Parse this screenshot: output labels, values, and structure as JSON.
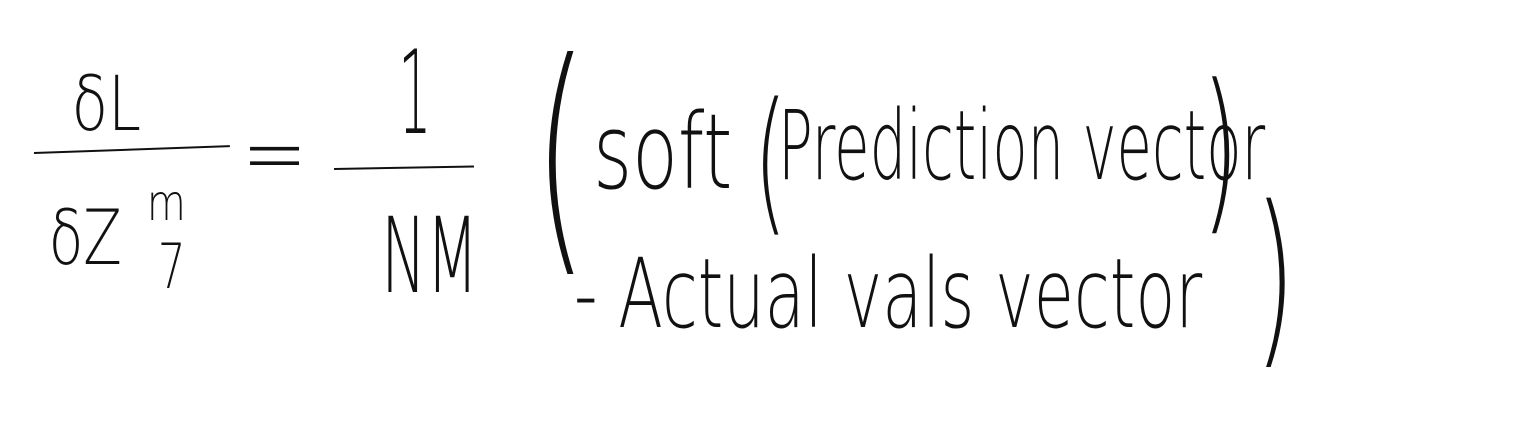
{
  "equation": {
    "lhs": {
      "numerator": "δL",
      "denominator_base": "δZ",
      "denominator_superscript": "m",
      "denominator_subscript": "7"
    },
    "equals": "=",
    "coefficient": {
      "numerator": "1",
      "denominator": "NM"
    },
    "term_first": "soft",
    "term_inner": "Prediction vector",
    "term_second": "- Actual vals vector"
  }
}
